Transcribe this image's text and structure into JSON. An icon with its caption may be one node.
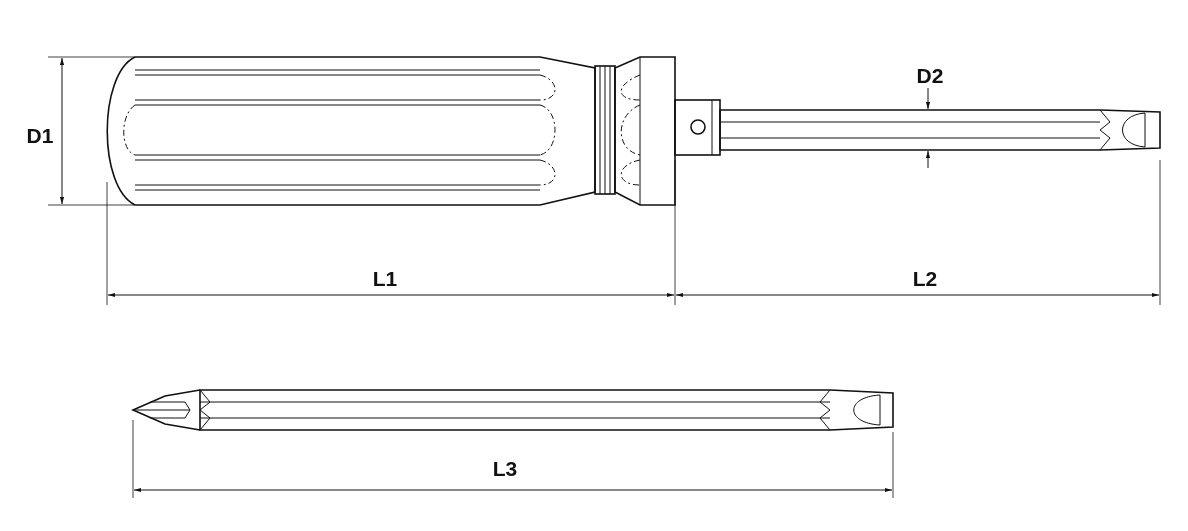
{
  "diagram": {
    "labels": [
      "D2",
      "D1",
      "L1",
      "L2",
      "L3"
    ]
  }
}
